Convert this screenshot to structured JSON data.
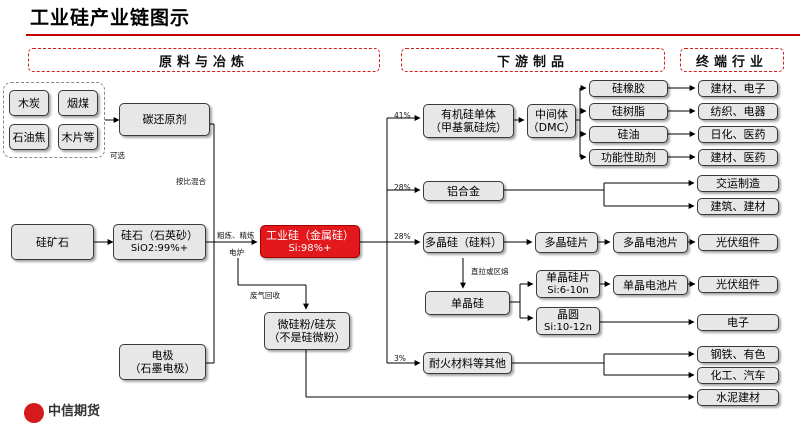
{
  "title": "工业硅产业链图示",
  "sections": {
    "raw": "原料与冶炼",
    "downstream": "下游制品",
    "terminal": "终端行业"
  },
  "raw_materials": {
    "charcoal": "木炭",
    "bituminous_coal": "烟煤",
    "petroleum_coke": "石油焦",
    "wood_chips": "木片等",
    "optional": "可选"
  },
  "nodes": {
    "carbon_reductant": "碳还原剂",
    "silica_ore": "硅矿石",
    "silica": {
      "line1": "硅石（石英砂）",
      "line2": "SiO2:99%+"
    },
    "electrode": {
      "line1": "电极",
      "line2": "（石墨电极）"
    },
    "industrial_si": {
      "line1": "工业硅（金属硅）",
      "line2": "Si:98%+"
    },
    "microsilica": {
      "line1": "微硅粉/硅灰",
      "line2": "（不是硅微粉）"
    },
    "organosilicon": {
      "line1": "有机硅单体",
      "line2": "（甲基氯硅烷）"
    },
    "intermediate": {
      "line1": "中间体",
      "line2": "（DMC）"
    },
    "silicone_rubber": "硅橡胶",
    "silicone_resin": "硅树脂",
    "silicone_oil": "硅油",
    "functional_additive": "功能性助剂",
    "al_alloy": "铝合金",
    "polysilicon": "多晶硅（硅料）",
    "poly_wafer": "多晶硅片",
    "poly_cell": "多晶电池片",
    "mono_si": "单晶硅",
    "mono_wafer": {
      "line1": "单晶硅片",
      "line2": "Si:6-10n"
    },
    "mono_cell": "单晶电池片",
    "crystal_circle": {
      "line1": "晶圆",
      "line2": "Si:10-12n"
    },
    "refractory": "耐火材料等其他"
  },
  "terminals": {
    "t1": "建材、电子",
    "t2": "纺织、电器",
    "t3": "日化、医药",
    "t4": "建材、医药",
    "t5": "交运制造",
    "t6": "建筑、建材",
    "t7": "光伏组件",
    "t8": "光伏组件",
    "t9": "电子",
    "t10": "钢铁、有色",
    "t11": "化工、汽车",
    "t12": "水泥建材"
  },
  "labels": {
    "mix_by_ratio": "按比混合",
    "rough_refine_line1": "粗炼、精炼",
    "rough_refine_line2": "电炉",
    "waste_gas_recovery": "废气回收",
    "pulling_or_zone": "直拉或区熔",
    "pct_organosilicon": "41%",
    "pct_al_alloy": "28%",
    "pct_polysilicon": "28%",
    "pct_other": "3%"
  },
  "footer": {
    "brand": "中信期货"
  }
}
